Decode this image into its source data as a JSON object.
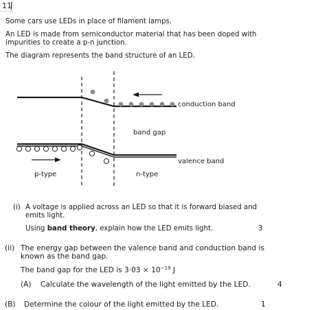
{
  "question_number": "11",
  "intro": {
    "line1": "Some cars use LEDs in place of filament lamps.",
    "line2a": "An LED is made from semiconductor material that has been doped with",
    "line2b": "impurities to create a p-n junction.",
    "line3": "The diagram represents the band structure of an LED."
  },
  "diagram": {
    "conduction_label": "conduction band",
    "band_gap_label": "band gap",
    "valence_label": "valence band",
    "p_label": "p-type",
    "n_label": "n-type"
  },
  "part_i": {
    "numeral": "(i)",
    "text_a": "A voltage is applied across an LED so that it is forward biased and",
    "text_b": "emits light.",
    "using": "Using ",
    "bold": "band theory",
    "rest": ", explain how the LED emits light.",
    "marks": "3"
  },
  "part_ii": {
    "numeral": "(ii)",
    "text_a": "The energy gap between the valence band and conduction band is",
    "text_b": "known as the band gap.",
    "given_prefix": "The band gap for the LED is 3·03 × 10",
    "given_exp": "−19",
    "given_unit": " J",
    "a_label": "(A)",
    "a_text": "Calculate the wavelength of the light emitted by the LED.",
    "a_marks": "4",
    "b_label": "(B)",
    "b_text": "Determine the colour of the light emitted by the LED.",
    "b_marks": "1"
  }
}
